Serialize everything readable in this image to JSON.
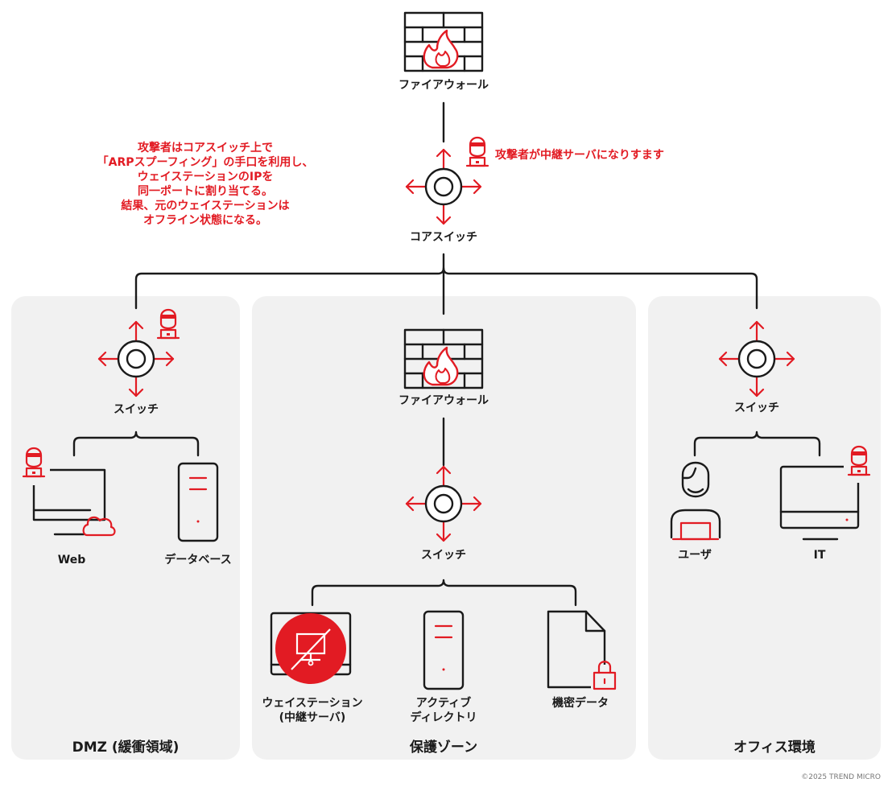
{
  "colors": {
    "accent": "#e21b23",
    "line": "#1a1a1a",
    "zone_background": "#f1f1f1"
  },
  "labels": {
    "firewall_top": "ファイアウォール",
    "core_switch": "コアスイッチ",
    "dmz_switch": "スイッチ",
    "web": "Web",
    "database": "データベース",
    "protected_firewall": "ファイアウォール",
    "protected_switch": "スイッチ",
    "workstation_line1": "ウェイステーション",
    "workstation_line2": "(中継サーバ)",
    "ad_line1": "アクティブ",
    "ad_line2": "ディレクトリ",
    "confidential_data": "機密データ",
    "office_switch": "スイッチ",
    "user": "ユーザ",
    "it": "IT"
  },
  "zones": {
    "dmz": "DMZ (緩衝領域)",
    "protected": "保護ゾーン",
    "office": "オフィス環境"
  },
  "annotations": {
    "left_note": [
      "攻撃者はコアスイッチ上で",
      "「ARPスプーフィング」の手口を利用し、",
      "ウェイステーションのIPを",
      "同一ポートに割り当てる。",
      "結果、元のウェイステーションは",
      "オフライン状態になる。"
    ],
    "right_note": "攻撃者が中継サーバになりすます"
  },
  "copyright": "©2025 TREND MICRO",
  "icons": [
    "firewall-icon",
    "switch-icon",
    "hacker-icon",
    "monitor-icon",
    "cloud-icon",
    "server-icon",
    "document-icon",
    "lock-icon",
    "user-icon",
    "workstation-blocked-icon"
  ]
}
